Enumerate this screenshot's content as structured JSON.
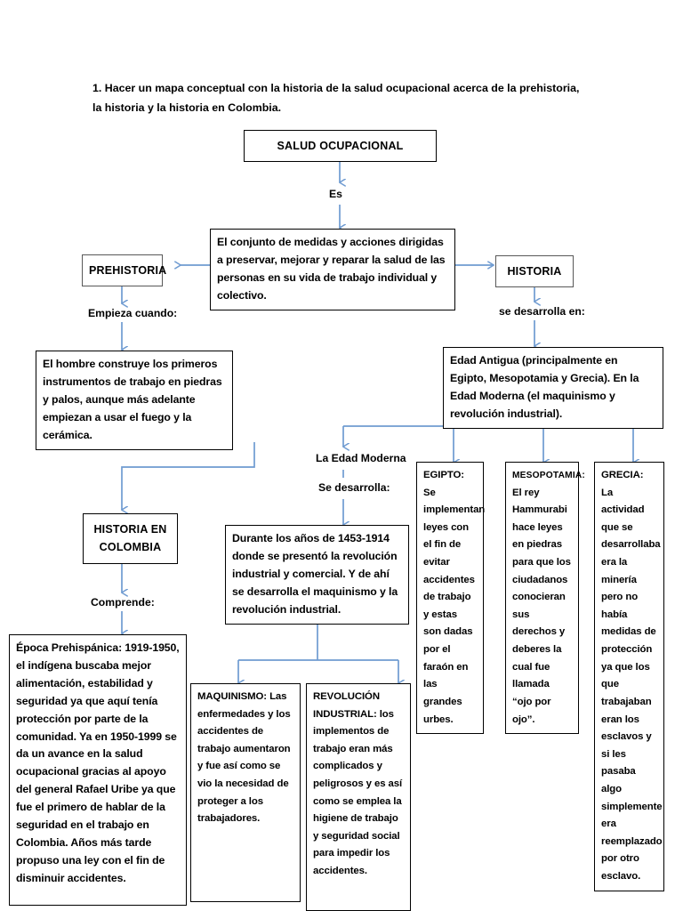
{
  "document": {
    "heading": "1. Hacer un mapa conceptual con la historia de la salud ocupacional  acerca de la prehistoria, la historia y la historia en Colombia."
  },
  "theme": {
    "connector_color": "#6f9bd1",
    "box_border": "#000000",
    "box_border_gray": "#585858",
    "background": "#ffffff",
    "text": "#000000"
  },
  "nodes": {
    "root": {
      "text": "SALUD OCUPACIONAL"
    },
    "definition": {
      "text": "El conjunto de medidas y acciones dirigidas a preservar, mejorar y reparar la salud de las personas en su vida de trabajo individual y colectivo."
    },
    "prehistoria": {
      "text": "PREHISTORIA"
    },
    "prehistoria_detail": {
      "text": "El hombre construye los primeros instrumentos de trabajo en piedras y palos, aunque más adelante empiezan a usar el fuego y la cerámica."
    },
    "historia": {
      "text": "HISTORIA"
    },
    "edad_antigua": {
      "text": "Edad Antigua (principalmente en Egipto, Mesopotamia y  Grecia). En la Edad Moderna (el maquinismo y revolución industrial)."
    },
    "egipto": {
      "text": "EGIPTO: Se implementan leyes con el fin de evitar accidentes de trabajo y estas son dadas por el faraón en las grandes urbes."
    },
    "mesopotamia": {
      "prefix": "MESOPOTAMIA:",
      "text": " El rey Hammurabi hace leyes en piedras para que los ciudadanos conocieran sus derechos y deberes la cual fue llamada “ojo por ojo”."
    },
    "grecia": {
      "text": "GRECIA: La actividad que se desarrollaba era la minería pero no había medidas de protección ya que los que trabajaban eran los esclavos y si les pasaba algo simplemente era reemplazado por otro esclavo."
    },
    "edad_moderna_detail": {
      "text": "Durante los años de 1453-1914 donde se presentó la revolución industrial y comercial. Y de ahí se desarrolla el maquinismo y la revolución industrial."
    },
    "maquinismo": {
      "prefix": "MAQUINISMO:",
      "text": " Las enfermedades y los accidentes de trabajo aumentaron y fue así como se vio la necesidad de proteger a los trabajadores."
    },
    "revolucion_industrial": {
      "prefix": "REVOLUCIÓN INDUSTRIAL:",
      "text": " los implementos de trabajo eran más complicados y peligrosos y es así como se emplea la higiene de trabajo y seguridad social para impedir los accidentes."
    },
    "historia_colombia": {
      "text": "HISTORIA EN COLOMBIA"
    },
    "epoca_prehispanica": {
      "text": "Época Prehispánica: 1919-1950, el indígena buscaba mejor alimentación, estabilidad y seguridad ya que aquí tenía protección por parte de la comunidad. Ya en 1950-1999 se da un avance en la salud ocupacional gracias al apoyo del general Rafael Uribe ya que fue el primero de hablar de la seguridad en el trabajo en Colombia. Años más tarde propuso una ley con el fin de disminuir accidentes."
    }
  },
  "connector_labels": {
    "es": "Es",
    "empieza_cuando": "Empieza cuando:",
    "se_desarrolla_en": "se desarrolla en:",
    "la_edad_moderna": "La Edad Moderna",
    "se_desarrolla": "Se desarrolla:",
    "comprende": "Comprende:"
  }
}
